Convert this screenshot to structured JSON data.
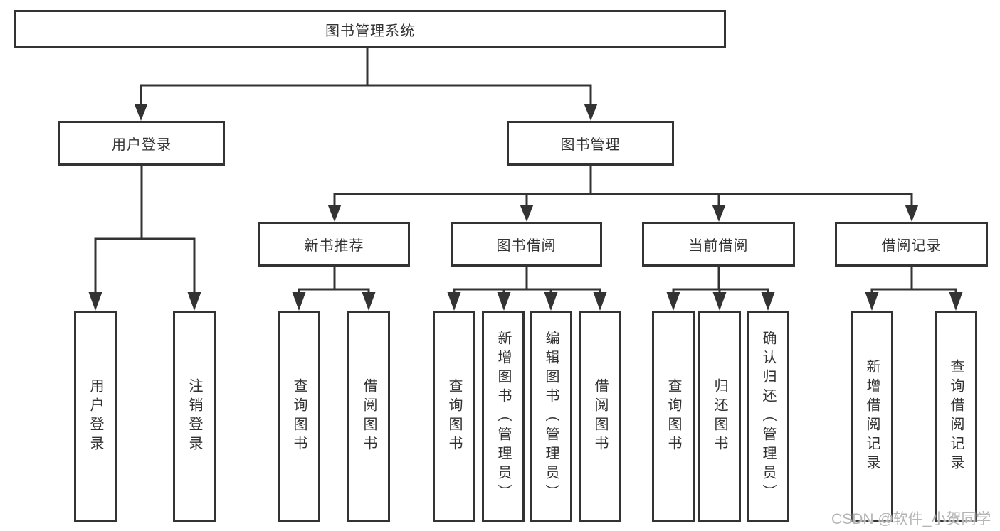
{
  "diagram": {
    "root_label": "图书管理系统",
    "branches": [
      {
        "label": "用户登录",
        "children": [
          "用户登录",
          "注销登录"
        ]
      },
      {
        "label": "图书管理",
        "groups": [
          {
            "label": "新书推荐",
            "children": [
              "查询图书",
              "借阅图书"
            ]
          },
          {
            "label": "图书借阅",
            "children": [
              "查询图书",
              "新增图书（管理员）",
              "编辑图书（管理员）",
              "借阅图书"
            ]
          },
          {
            "label": "当前借阅",
            "children": [
              "查询图书",
              "归还图书",
              "确认归还（管理员）"
            ]
          },
          {
            "label": "借阅记录",
            "children": [
              "新增借阅记录",
              "查询借阅记录"
            ]
          }
        ]
      }
    ]
  },
  "watermark": "CSDN @软件_小贺同学",
  "colors": {
    "line": "#333333",
    "border": "#333333",
    "text": "#333333",
    "watermark": "#b5b5b5",
    "background": "#ffffff"
  }
}
